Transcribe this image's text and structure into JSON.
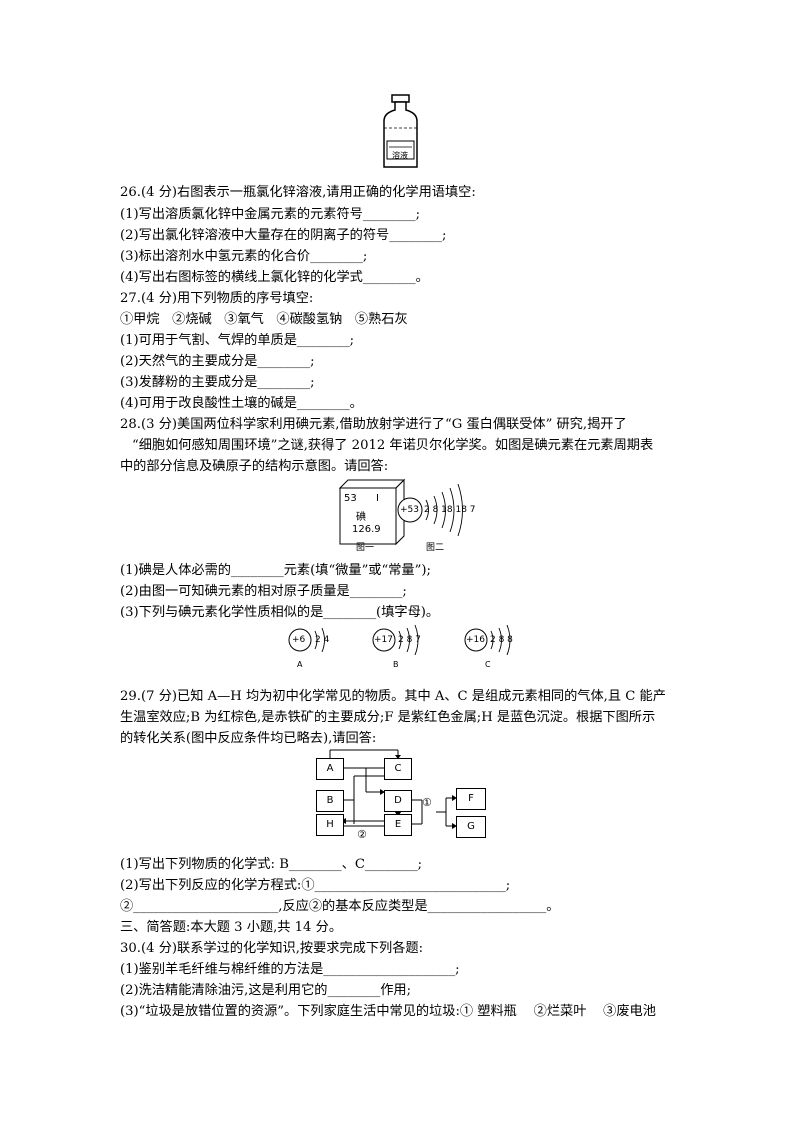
{
  "bottle": {
    "label": "溶液"
  },
  "q26": {
    "intro": "26.(4 分)右图表示一瓶氯化锌溶液,请用正确的化学用语填空:",
    "items": [
      "(1)写出溶质氯化锌中金属元素的元素符号________;",
      "(2)写出氯化锌溶液中大量存在的阴离子的符号________;",
      "(3)标出溶剂水中氢元素的化合价________;",
      "(4)写出右图标签的横线上氯化锌的化学式________。"
    ]
  },
  "q27": {
    "intro": "27.(4 分)用下列物质的序号填空:",
    "options": "①甲烷   ②烧碱   ③氧气   ④碳酸氢钠   ⑤熟石灰",
    "items": [
      "(1)可用于气割、气焊的单质是________;",
      "(2)天然气的主要成分是________;",
      "(3)发酵粉的主要成分是________;",
      "(4)可用于改良酸性土壤的碱是________。"
    ]
  },
  "q28": {
    "intro1": "28.(3 分)美国两位科学家利用碘元素,借助放射学进行了“G 蛋白偶联受体” 研究,揭开了",
    "intro2": "“细胞如何感知周围环境”之谜,获得了 2012 年诺贝尔化学奖。如图是碘元素在元素周期表",
    "intro3": "中的部分信息及碘原子的结构示意图。请回答:",
    "element": {
      "number": "53",
      "symbol": "I",
      "name": "碘",
      "mass": "126.9"
    },
    "atom": {
      "nucleus": "+53",
      "shells": "2 8 18 18 7"
    },
    "fig1": "图一",
    "fig2": "图二",
    "items": [
      "(1)碘是人体必需的________元素(填“微量”或“常量”);",
      "(2)由图一可知碘元素的相对原子质量是________;",
      "(3)下列与碘元素化学性质相似的是________(填字母)。"
    ],
    "options": [
      {
        "nucleus": "+6",
        "shells": "2 4",
        "letter": "A"
      },
      {
        "nucleus": "+17",
        "shells": "2 8 7",
        "letter": "B"
      },
      {
        "nucleus": "+16",
        "shells": "2 8 8",
        "letter": "C"
      }
    ]
  },
  "q29": {
    "intro1": "29.(7 分)已知 A—H 均为初中化学常见的物质。其中 A、C 是组成元素相同的气体,且 C 能产",
    "intro2": "生温室效应;B 为红棕色,是赤铁矿的主要成分;F 是紫红色金属;H 是蓝色沉淀。根据下图所示",
    "intro3": "的转化关系(图中反应条件均已略去),请回答:",
    "boxes": {
      "A": "A",
      "B": "B",
      "C": "C",
      "D": "D",
      "E": "E",
      "F": "F",
      "G": "G",
      "H": "H"
    },
    "mark1": "①",
    "mark2": "②",
    "items": [
      "(1)写出下列物质的化学式: B________、C________;",
      "(2)写出下列反应的化学方程式:①_____________________________;",
      "②______________________,反应②的基本反应类型是__________________。"
    ]
  },
  "section3": "三、简答题:本大题 3 小题,共 14 分。",
  "q30": {
    "intro": "30.(4 分)联系学过的化学知识,按要求完成下列各题:",
    "items": [
      "(1)鉴别羊毛纤维与棉纤维的方法是____________________;",
      "(2)洗洁精能清除油污,这是利用它的________作用;",
      "(3)“垃圾是放错位置的资源”。下列家庭生活中常见的垃圾:① 塑料瓶    ②烂菜叶    ③废电池"
    ]
  }
}
